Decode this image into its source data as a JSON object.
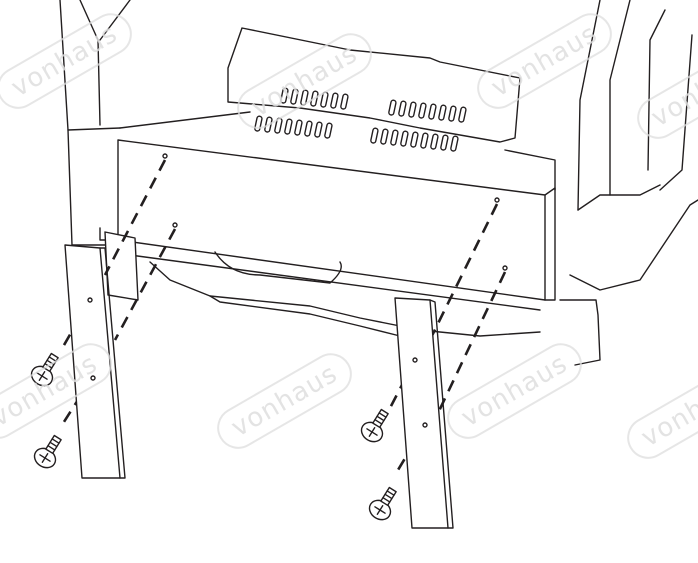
{
  "diagram": {
    "description_title": "",
    "colors": {
      "line": "#231f20",
      "background": "#ffffff",
      "watermark": "#dedede"
    },
    "watermark": {
      "text": "vonhaus"
    },
    "parts": {
      "legs": 2,
      "screws": 4
    }
  }
}
